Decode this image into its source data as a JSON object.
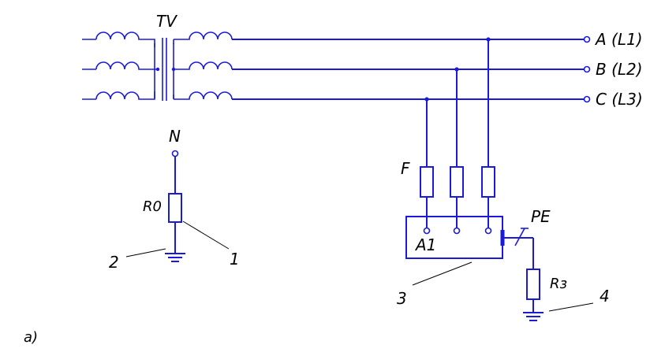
{
  "labels": {
    "transformer": "TV",
    "phase_a": "A (L1)",
    "phase_b": "B (L2)",
    "phase_c": "C (L3)",
    "neutral": "N",
    "resistor_neutral": "R0",
    "fuse": "F",
    "device": "A1",
    "protective_earth": "PE",
    "resistor_earth": "Rз",
    "callout_1": "1",
    "callout_2": "2",
    "callout_3": "3",
    "callout_4": "4",
    "subfigure": "а)"
  },
  "colors": {
    "wire": "#1a1adb",
    "text": "#000000"
  }
}
